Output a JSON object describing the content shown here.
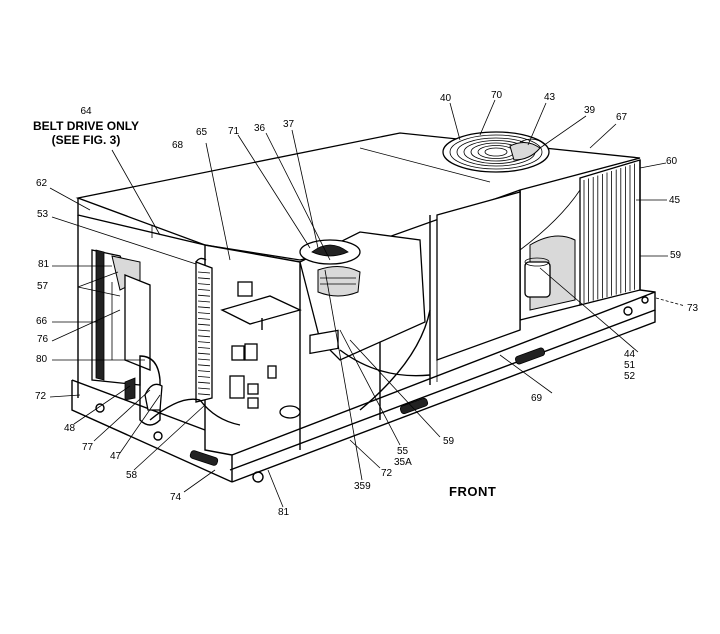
{
  "note": {
    "part_number": "64",
    "line1": "BELT DRIVE ONLY",
    "line2": "(SEE FIG. 3)"
  },
  "front_label": "FRONT",
  "callouts": [
    {
      "id": "c40",
      "text": "40"
    },
    {
      "id": "c70",
      "text": "70"
    },
    {
      "id": "c43",
      "text": "43"
    },
    {
      "id": "c39",
      "text": "39"
    },
    {
      "id": "c67",
      "text": "67"
    },
    {
      "id": "c68",
      "text": "68"
    },
    {
      "id": "c65",
      "text": "65"
    },
    {
      "id": "c71",
      "text": "71"
    },
    {
      "id": "c36",
      "text": "36"
    },
    {
      "id": "c37",
      "text": "37"
    },
    {
      "id": "c60",
      "text": "60"
    },
    {
      "id": "c45",
      "text": "45"
    },
    {
      "id": "c62",
      "text": "62"
    },
    {
      "id": "c53",
      "text": "53"
    },
    {
      "id": "c59r",
      "text": "59"
    },
    {
      "id": "c81a",
      "text": "81"
    },
    {
      "id": "c57",
      "text": "57"
    },
    {
      "id": "c73",
      "text": "73"
    },
    {
      "id": "c66",
      "text": "66"
    },
    {
      "id": "c76",
      "text": "76"
    },
    {
      "id": "c80",
      "text": "80"
    },
    {
      "id": "c44",
      "text": "44"
    },
    {
      "id": "c51",
      "text": "51"
    },
    {
      "id": "c52",
      "text": "52"
    },
    {
      "id": "c72a",
      "text": "72"
    },
    {
      "id": "c69",
      "text": "69"
    },
    {
      "id": "c48",
      "text": "48"
    },
    {
      "id": "c77",
      "text": "77"
    },
    {
      "id": "c47",
      "text": "47"
    },
    {
      "id": "c59b",
      "text": "59"
    },
    {
      "id": "c55",
      "text": "55"
    },
    {
      "id": "c35a",
      "text": "35A"
    },
    {
      "id": "c58",
      "text": "58"
    },
    {
      "id": "c72b",
      "text": "72"
    },
    {
      "id": "c359",
      "text": "359"
    },
    {
      "id": "c74",
      "text": "74"
    },
    {
      "id": "c81b",
      "text": "81"
    }
  ]
}
